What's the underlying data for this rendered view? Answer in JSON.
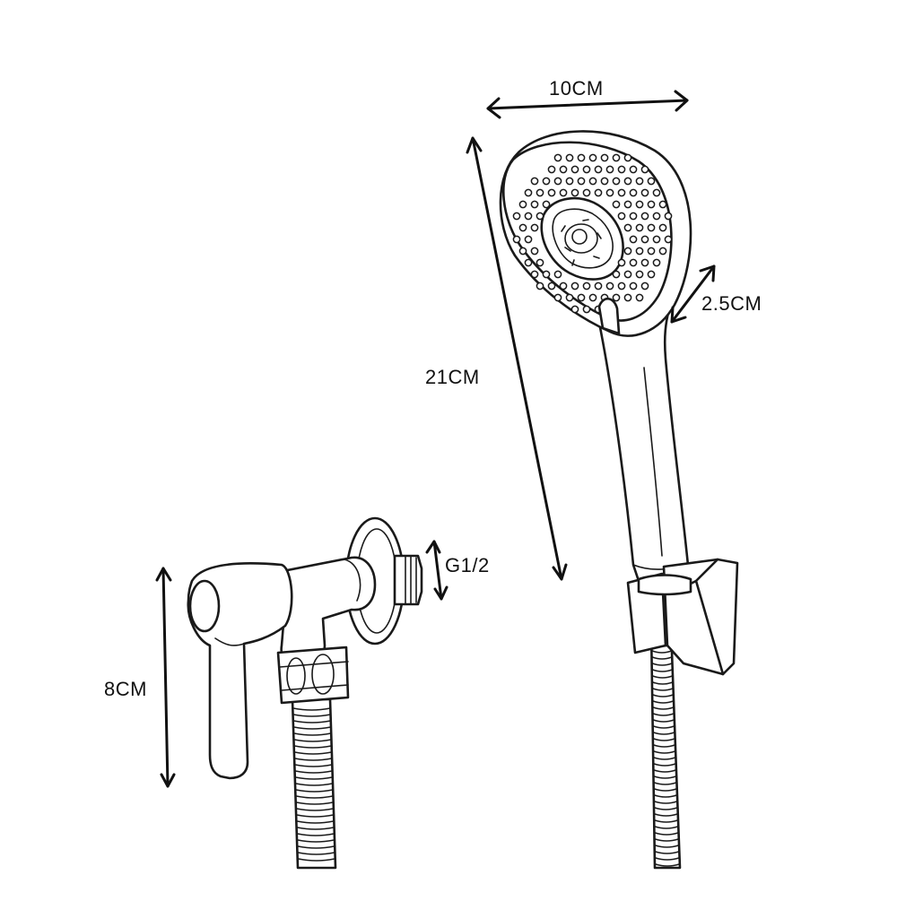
{
  "dimensions": {
    "head_width": "10CM",
    "total_length": "21CM",
    "handle_thickness": "2.5CM",
    "thread_size": "G1/2",
    "valve_height": "8CM"
  }
}
